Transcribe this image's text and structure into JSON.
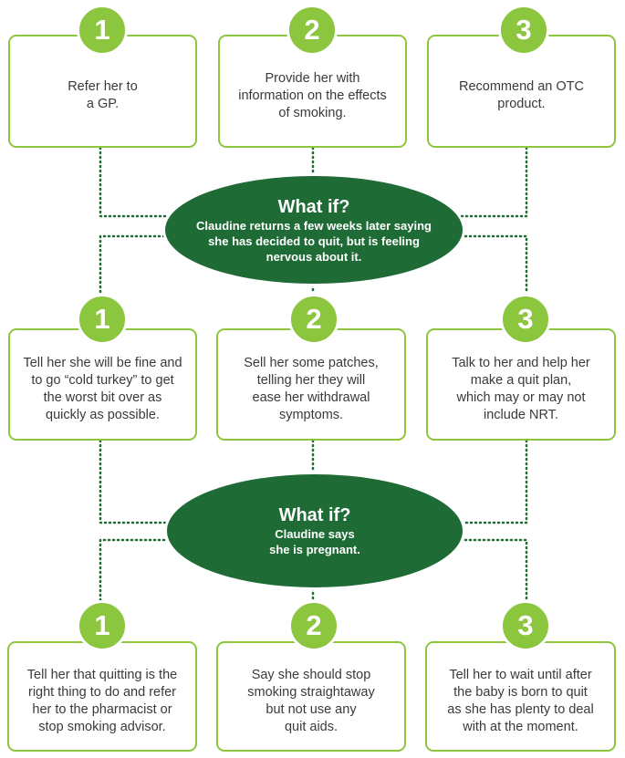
{
  "colors": {
    "accent_green": "#8cc63f",
    "dark_green": "#1e6b36"
  },
  "step_numbers": [
    "1",
    "2",
    "3"
  ],
  "row1": [
    {
      "text": "Refer her to\na GP."
    },
    {
      "text": "Provide her with\ninformation on the effects\nof smoking."
    },
    {
      "text": "Recommend an OTC\nproduct."
    }
  ],
  "whatif1": {
    "title": "What if?",
    "body": "Claudine returns a few weeks later saying\nshe has decided to quit, but is feeling\nnervous about it."
  },
  "row2": [
    {
      "text": "Tell her she will be fine and\nto go “cold turkey” to get\nthe worst bit over as\nquickly as possible."
    },
    {
      "text": "Sell her some patches,\ntelling her they will\nease her withdrawal\nsymptoms."
    },
    {
      "text": "Talk to her and help her\nmake a quit plan,\nwhich may or may not\ninclude NRT."
    }
  ],
  "whatif2": {
    "title": "What if?",
    "body": "Claudine says\nshe is pregnant."
  },
  "row3": [
    {
      "text": "Tell her that quitting is the\nright thing to do and refer\nher to the pharmacist or\nstop smoking advisor."
    },
    {
      "text": "Say she should stop\nsmoking straightaway\nbut not use any\nquit aids."
    },
    {
      "text": "Tell her to wait until after\nthe baby is born to quit\nas she has plenty to deal\nwith at the moment."
    }
  ]
}
